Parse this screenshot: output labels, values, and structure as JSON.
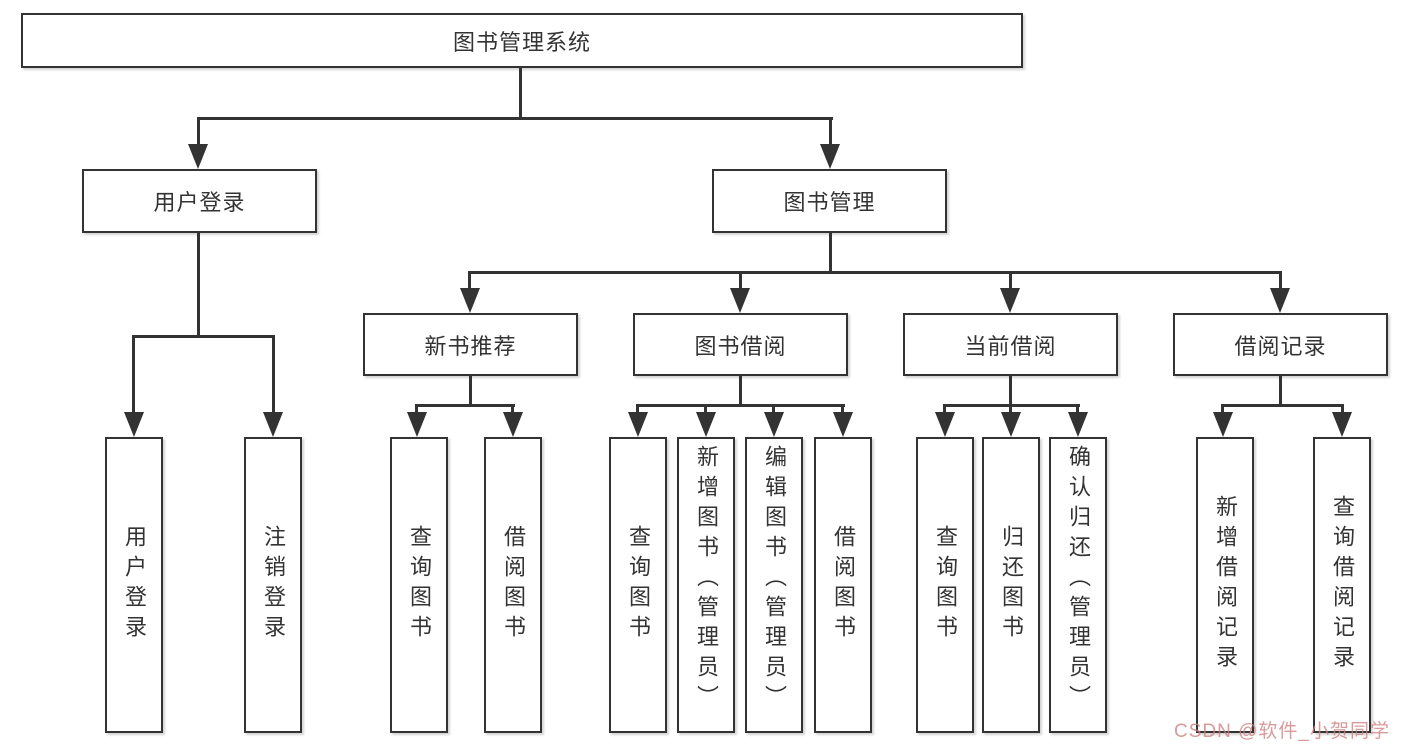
{
  "diagram_type": "hierarchy-tree",
  "title": "图书管理系统",
  "watermark": "CSDN @软件_小贺同学",
  "colors": {
    "line": "#333333",
    "box_border": "#333333",
    "box_fill": "#ffffff",
    "background": "#ffffff",
    "watermark": "#cd7d7d"
  },
  "nodes": {
    "root": "图书管理系统",
    "level1": {
      "user_login": "用户登录",
      "book_manage": "图书管理"
    },
    "level2": {
      "new_book_recommend": "新书推荐",
      "book_borrow": "图书借阅",
      "current_borrow": "当前借阅",
      "borrow_record": "借阅记录"
    },
    "level3": {
      "user_login_children": {
        "login": "用户登录",
        "logout": "注销登录"
      },
      "new_book_recommend_children": {
        "query_book": "查询图书",
        "borrow_book": "借阅图书"
      },
      "book_borrow_children": {
        "query_book": "查询图书",
        "add_book_admin": "新增图书（管理员）",
        "edit_book_admin": "编辑图书（管理员）",
        "borrow_book": "借阅图书"
      },
      "current_borrow_children": {
        "query_book": "查询图书",
        "return_book": "归还图书",
        "confirm_return_admin": "确认归还（管理员）"
      },
      "borrow_record_children": {
        "add_borrow_record": "新增借阅记录",
        "query_borrow_record": "查询借阅记录"
      }
    }
  }
}
